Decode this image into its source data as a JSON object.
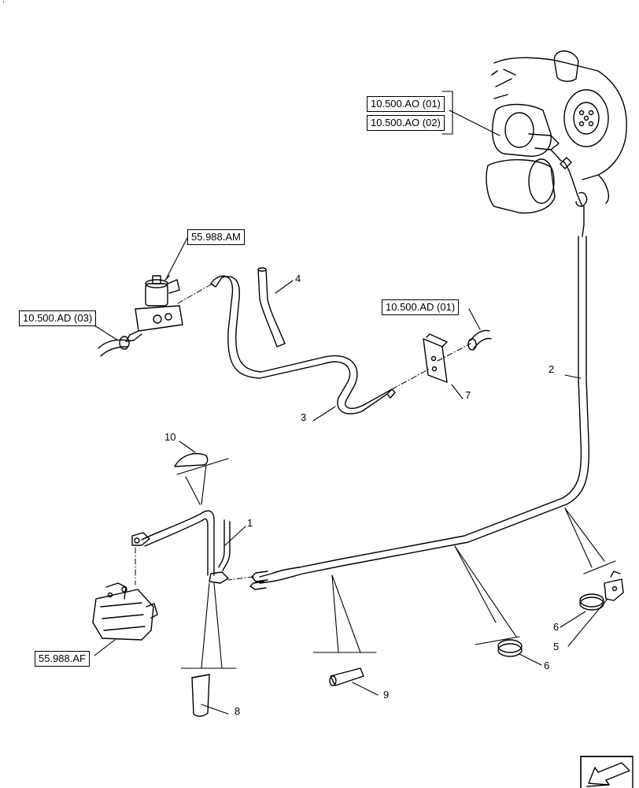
{
  "references": {
    "ao1": "10.500.AO (01)",
    "ao2": "10.500.AO (02)",
    "am": "55.988.AM",
    "ad3": "10.500.AD (03)",
    "ad1": "10.500.AD (01)",
    "af": "55.988.AF"
  },
  "callouts": {
    "c1": "1",
    "c2": "2",
    "c3": "3",
    "c4": "4",
    "c5": "5",
    "c6a": "6",
    "c6b": "6",
    "c7": "7",
    "c8": "8",
    "c9": "9",
    "c10": "10"
  },
  "corner_mark": "."
}
